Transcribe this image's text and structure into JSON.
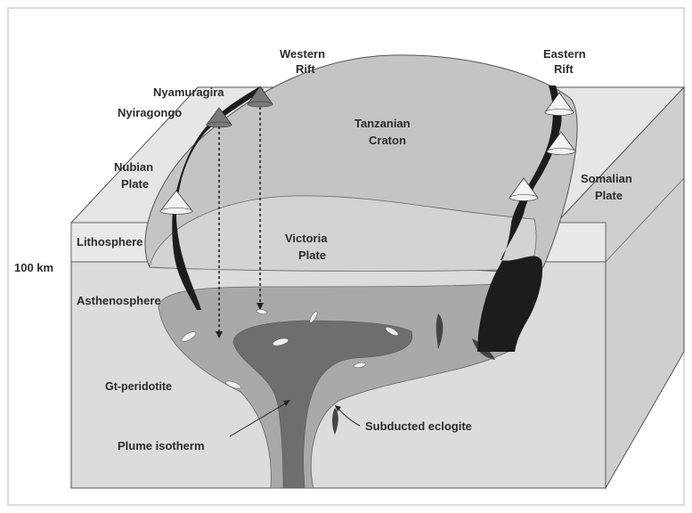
{
  "labels": {
    "western_rift_1": "Western",
    "western_rift_2": "Rift",
    "eastern_rift_1": "Eastern",
    "eastern_rift_2": "Rift",
    "nyamuragira": "Nyamuragira",
    "nyiragongo": "Nyiragongo",
    "tanzanian_craton_1": "Tanzanian",
    "tanzanian_craton_2": "Craton",
    "nubian_plate_1": "Nubian",
    "nubian_plate_2": "Plate",
    "somalian_plate_1": "Somalian",
    "somalian_plate_2": "Plate",
    "lithosphere": "Lithosphere",
    "victoria_plate_1": "Victoria",
    "victoria_plate_2": "Plate",
    "depth_100km": "100 km",
    "asthenosphere": "Asthenosphere",
    "gt_peridotite": "Gt-peridotite",
    "subducted_eclogite": "Subducted eclogite",
    "plume_isotherm": "Plume isotherm"
  },
  "colors": {
    "block_front": "#dcdcdc",
    "block_top": "#e6e6e6",
    "block_side": "#cfcfcf",
    "lithosphere_band": "#e9e9e9",
    "craton": "#c4c4c4",
    "plume_outer": "#a9a9a9",
    "plume_inner": "#6e6e6e",
    "rift": "#1c1c1c",
    "volcano": "#f2f2f2",
    "volcano_dark": "#7a7a7a",
    "outline": "#555555"
  }
}
